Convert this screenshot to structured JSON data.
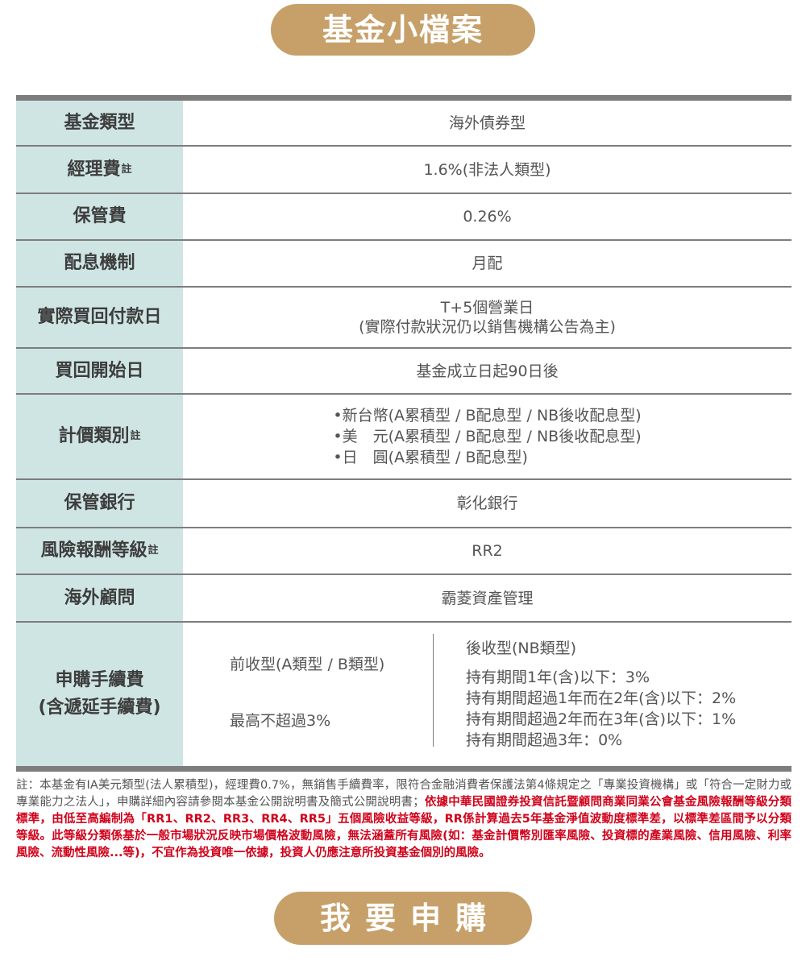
{
  "header": {
    "title": "基金小檔案"
  },
  "table": {
    "rows": [
      {
        "label": "基金類型",
        "value": "海外債券型"
      },
      {
        "label": "經理費",
        "sup": "註",
        "value": "1.6%(非法人類型)"
      },
      {
        "label": "保管費",
        "value": "0.26%"
      },
      {
        "label": "配息機制",
        "value": "月配"
      },
      {
        "label": "實際買回付款日",
        "lines": [
          "T+5個營業日",
          "(實際付款狀況仍以銷售機構公告為主)"
        ]
      },
      {
        "label": "買回開始日",
        "value": "基金成立日起90日後"
      },
      {
        "label": "計價類別",
        "sup": "註",
        "lines": [
          "•新台幣(A累積型 / B配息型 / NB後收配息型)",
          "•美　元(A累積型 / B配息型 / NB後收配息型)",
          "•日　圓(A累積型 / B配息型)"
        ]
      },
      {
        "label": "保管銀行",
        "value": "彰化銀行"
      },
      {
        "label": "風險報酬等級",
        "sup": "註",
        "value": "RR2"
      },
      {
        "label": "海外顧問",
        "value": "霸菱資產管理"
      }
    ],
    "fee": {
      "label_line1": "申購手續費",
      "label_line2": "(含遞延手續費)",
      "front_heading": "前收型(A類型 / B類型)",
      "front_value": "最高不超過3%",
      "back_heading": "後收型(NB類型)",
      "back_lines": [
        "持有期間1年(含)以下：3%",
        "持有期間超過1年而在2年(含)以下：2%",
        "持有期間超過2年而在3年(含)以下：1%",
        "持有期間超過3年：0%"
      ]
    }
  },
  "note": {
    "normal": "註：本基金有IA美元類型(法人累積型)，經理費0.7%，無銷售手續費率，限符合金融消費者保護法第4條規定之「專業投資機構」或「符合一定財力或專業能力之法人」，申購詳細內容請參閱本基金公開說明書及簡式公開說明書；",
    "red": "依據中華民國證券投資信託暨顧問商業同業公會基金風險報酬等級分類標準，由低至高編制為「RR1、RR2、RR3、RR4、RR5」五個風險收益等級，RR係計算過去5年基金淨值波動度標準差，以標準差區間予以分類等級。此等級分類係基於一般市場狀況反映市場價格波動風險，無法涵蓋所有風險(如：基金計價幣別匯率風險、投資標的產業風險、信用風險、利率風險、流動性風險...等)，不宜作為投資唯一依據，投資人仍應注意所投資基金個別的風險。"
  },
  "cta": {
    "label": "我要申購"
  },
  "colors": {
    "gold": "#c7a069",
    "label_bg": "#cfe5e3",
    "border": "#7d7d7d",
    "warning": "#d0021b"
  }
}
